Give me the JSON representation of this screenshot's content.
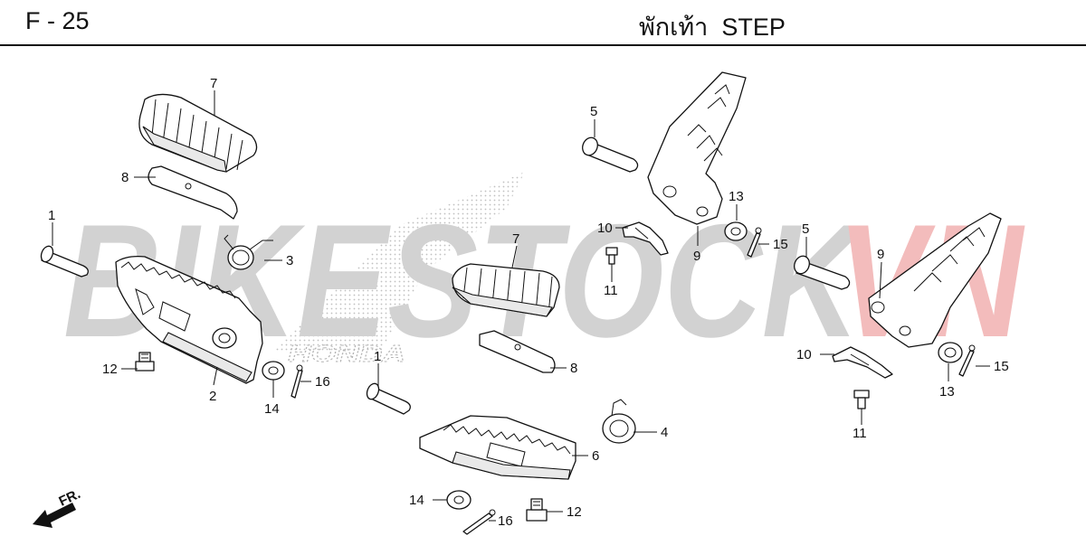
{
  "header": {
    "page_code": "F - 25",
    "title": "พักเท้า  STEP"
  },
  "watermark": {
    "text_gray": "BIKESTOCK",
    "text_red": "VN",
    "honda": "HONDA",
    "color_gray": "#cfcfcf",
    "color_red": "#f2b8b8"
  },
  "front_marker": {
    "label": "FR."
  },
  "callouts": [
    {
      "id": "c7a",
      "label": "7"
    },
    {
      "id": "c8a",
      "label": "8"
    },
    {
      "id": "c1a",
      "label": "1"
    },
    {
      "id": "c3",
      "label": "3"
    },
    {
      "id": "c12a",
      "label": "12"
    },
    {
      "id": "c2",
      "label": "2"
    },
    {
      "id": "c14a",
      "label": "14"
    },
    {
      "id": "c16a",
      "label": "16"
    },
    {
      "id": "c7b",
      "label": "7"
    },
    {
      "id": "c8b",
      "label": "8"
    },
    {
      "id": "c1b",
      "label": "1"
    },
    {
      "id": "c4",
      "label": "4"
    },
    {
      "id": "c6",
      "label": "6"
    },
    {
      "id": "c14b",
      "label": "14"
    },
    {
      "id": "c16b",
      "label": "16"
    },
    {
      "id": "c12b",
      "label": "12"
    },
    {
      "id": "c5a",
      "label": "5"
    },
    {
      "id": "c10a",
      "label": "10"
    },
    {
      "id": "c11a",
      "label": "11"
    },
    {
      "id": "c9a",
      "label": "9"
    },
    {
      "id": "c13a",
      "label": "13"
    },
    {
      "id": "c15a",
      "label": "15"
    },
    {
      "id": "c5b",
      "label": "5"
    },
    {
      "id": "c9b",
      "label": "9"
    },
    {
      "id": "c10b",
      "label": "10"
    },
    {
      "id": "c11b",
      "label": "11"
    },
    {
      "id": "c13b",
      "label": "13"
    },
    {
      "id": "c15b",
      "label": "15"
    }
  ]
}
